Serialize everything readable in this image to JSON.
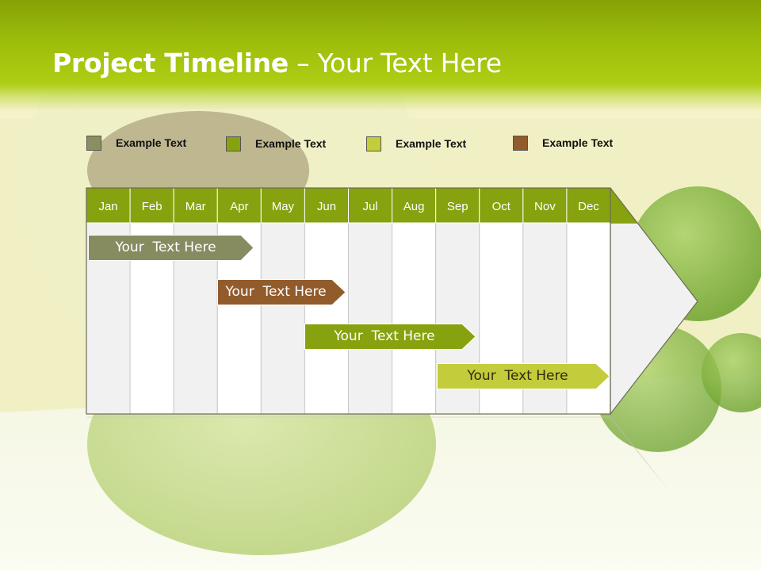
{
  "title": {
    "bold": "Project Timeline",
    "rest": " – Your Text Here"
  },
  "legend": [
    {
      "label": "Example Text",
      "color": "#8b8f60"
    },
    {
      "label": "Example Text",
      "color": "#86a20e"
    },
    {
      "label": "Example Text",
      "color": "#c3cc3a"
    },
    {
      "label": "Example Text",
      "color": "#925b2c"
    }
  ],
  "months": [
    "Jan",
    "Feb",
    "Mar",
    "Apr",
    "May",
    "Jun",
    "Jul",
    "Aug",
    "Sep",
    "Oct",
    "Nov",
    "Dec"
  ],
  "tasks": [
    {
      "label": "Your  Text Here",
      "color": "#878c60"
    },
    {
      "label": "Your  Text Here",
      "color": "#925b2c"
    },
    {
      "label": "Your  Text Here",
      "color": "#86a20e"
    },
    {
      "label": "Your  Text Here",
      "color": "#c3cc3a"
    }
  ],
  "colors": {
    "header": "#9bbc0a",
    "month_band": "#86a20e"
  }
}
